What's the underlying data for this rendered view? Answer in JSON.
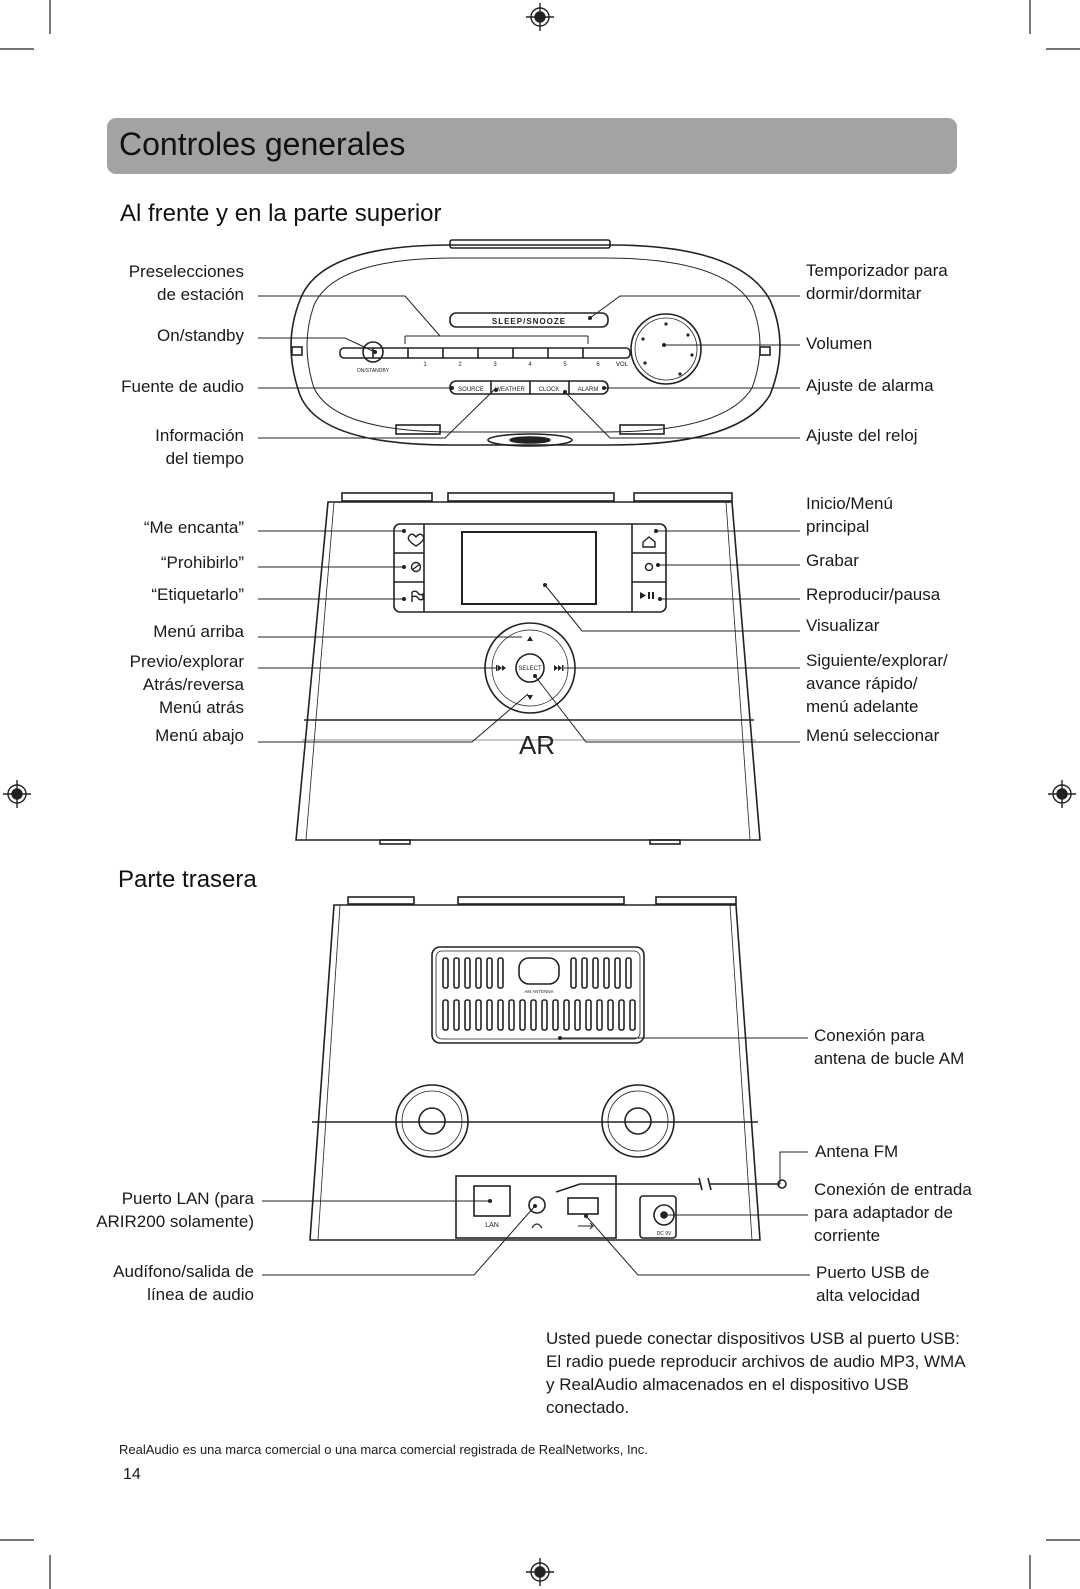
{
  "page": {
    "title": "Controles generales",
    "section_front": "Al frente y en la parte superior",
    "section_back": "Parte trasera",
    "page_number": "14",
    "footnote": "RealAudio es una marca comercial o una marca comercial registrada de RealNetworks, Inc.",
    "usb_note": "Usted puede conectar dispositivos USB al puerto USB: El radio puede reproducir archivos de audio MP3, WMA y RealAudio almacenados en el dispositivo USB conectado."
  },
  "top_labels_left": {
    "presets": [
      "Preselecciones",
      "de estación"
    ],
    "onstandby": "On/standby",
    "source": "Fuente de audio",
    "weather": [
      "Información",
      "del tiempo"
    ]
  },
  "top_labels_right": {
    "sleep": [
      "Temporizador para",
      "dormir/dormitar"
    ],
    "volume": "Volumen",
    "alarm": "Ajuste de alarma",
    "clock": "Ajuste del reloj"
  },
  "front_labels_left": {
    "love": "“Me encanta”",
    "ban": "“Prohibirlo”",
    "tag": "“Etiquetarlo”",
    "menu_up": "Menú arriba",
    "prev": [
      "Previo/explorar",
      "Atrás/reversa",
      "Menú atrás"
    ],
    "menu_down": "Menú abajo"
  },
  "front_labels_right": {
    "home": [
      "Inicio/Menú",
      "principal"
    ],
    "record": "Grabar",
    "playpause": "Reproducir/pausa",
    "display": "Visualizar",
    "next": [
      "Siguiente/explorar/",
      "avance rápido/",
      "menú adelante"
    ],
    "select": "Menú seleccionar"
  },
  "back_labels": {
    "am_antenna": [
      "Conexión para",
      "antena de bucle AM"
    ],
    "fm_antenna": "Antena FM",
    "dc_in": [
      "Conexión de entrada",
      "para adaptador de",
      "corriente"
    ],
    "usb": [
      "Puerto USB de",
      "alta velocidad"
    ],
    "lan": [
      "Puerto LAN (para",
      "ARIR200 solamente)"
    ],
    "headphone": [
      "Audífono/salida de",
      "línea de audio"
    ]
  },
  "device_print": {
    "sleep_snooze": "SLEEP/SNOOZE",
    "onstandby": "ON/STANDBY",
    "presets": [
      "1",
      "2",
      "3",
      "4",
      "5",
      "6"
    ],
    "vol": "VOL",
    "buttons": [
      "SOURCE",
      "WEATHER",
      "CLOCK",
      "ALARM"
    ],
    "select": "SELECT",
    "logo": "AR",
    "am_antenna": "AM ANTENNA",
    "lan": "LAN",
    "dc": "DC 9V"
  },
  "colors": {
    "title_bar": "#a3a3a3",
    "line": "#222222"
  }
}
